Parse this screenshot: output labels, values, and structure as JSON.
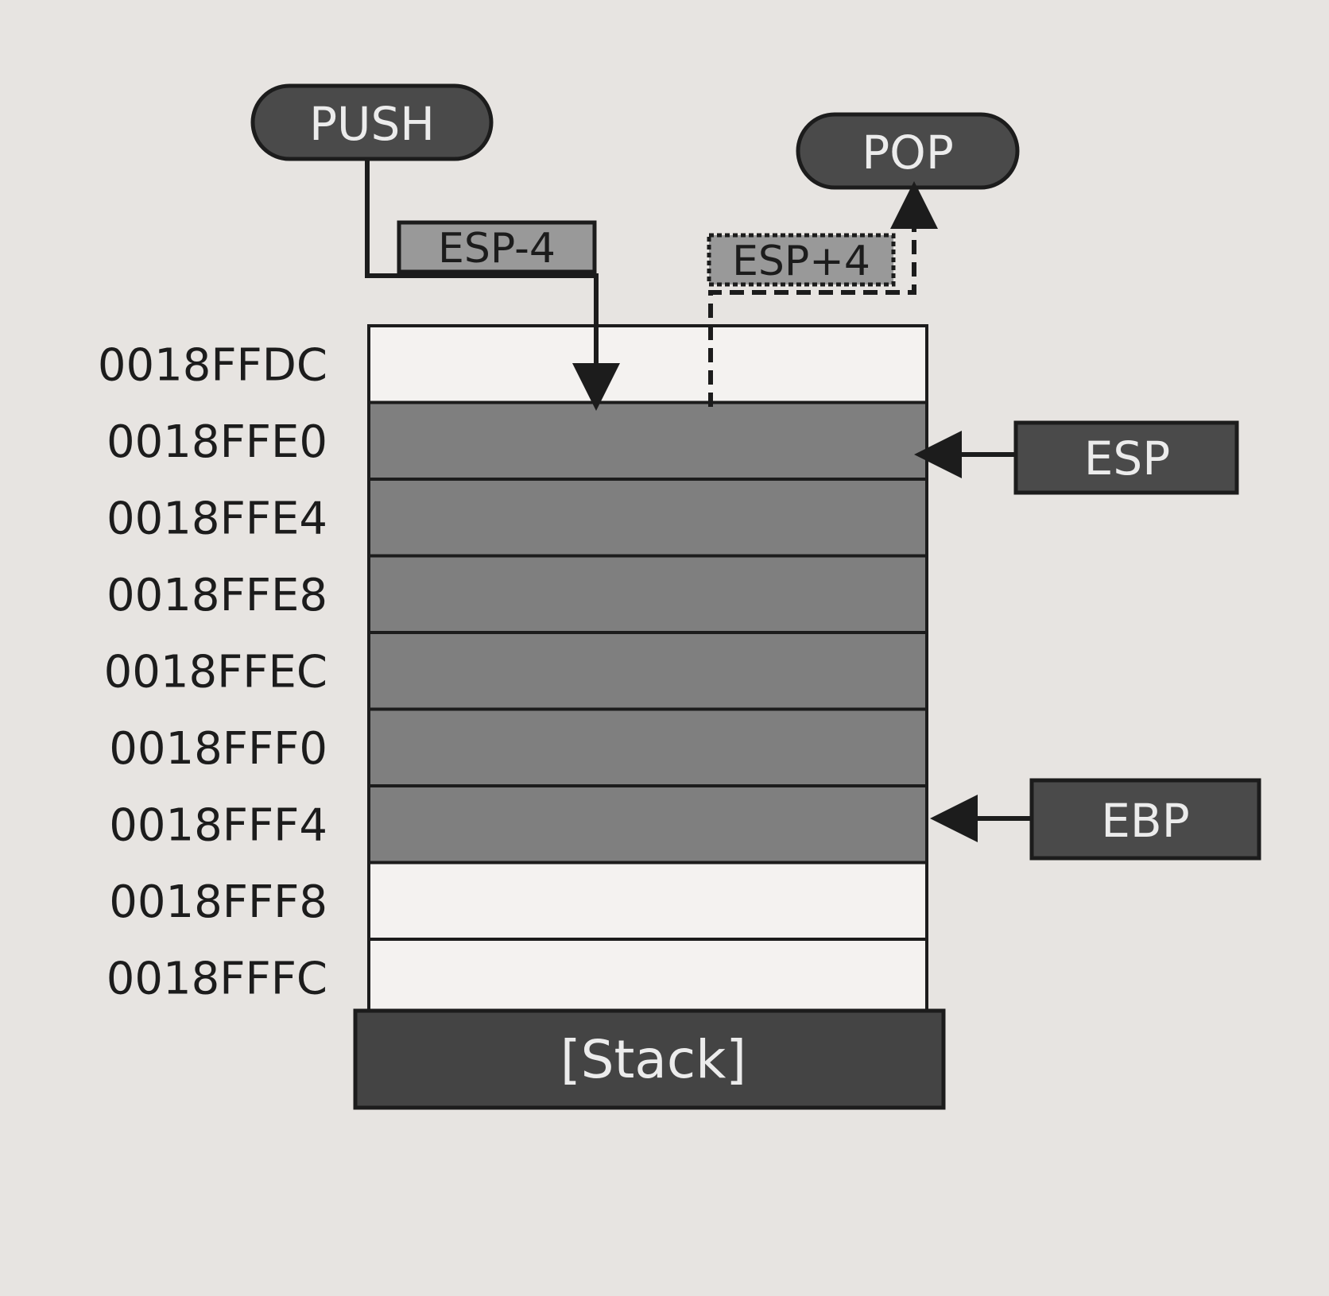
{
  "diagram": {
    "push_label": "PUSH",
    "pop_label": "POP",
    "esp_minus_label": "ESP-4",
    "esp_plus_label": "ESP+4",
    "esp_label": "ESP",
    "ebp_label": "EBP",
    "stack_label": "[Stack]",
    "addresses": [
      {
        "label": "0018FFDC",
        "filled": false
      },
      {
        "label": "0018FFE0",
        "filled": true
      },
      {
        "label": "0018FFE4",
        "filled": true
      },
      {
        "label": "0018FFE8",
        "filled": true
      },
      {
        "label": "0018FFEC",
        "filled": true
      },
      {
        "label": "0018FFF0",
        "filled": true
      },
      {
        "label": "0018FFF4",
        "filled": true
      },
      {
        "label": "0018FFF8",
        "filled": false
      },
      {
        "label": "0018FFFC",
        "filled": false
      }
    ],
    "colors": {
      "page": "#e7e4e1",
      "pill": "#4a4a4a",
      "filled_cell": "#7f7f7f",
      "empty_cell": "#f4f2f0",
      "label_box": "#999999",
      "register_box": "#4a4a4a",
      "stack_bar": "#444444",
      "line": "#1c1c1c",
      "light_text": "#ececec",
      "dark_text": "#1c1c1c"
    }
  }
}
